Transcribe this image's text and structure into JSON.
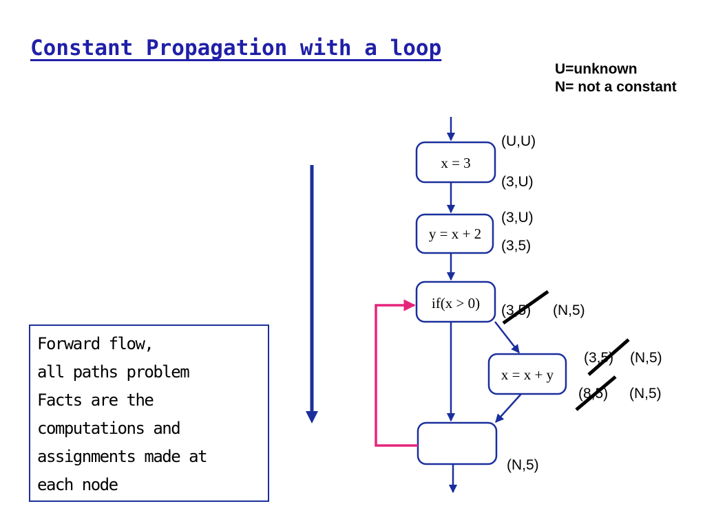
{
  "title": "Constant Propagation with a loop",
  "legend": {
    "line1": "U=unknown",
    "line2": "N= not a constant"
  },
  "note": {
    "lines": [
      "Forward flow,",
      "all paths problem",
      "Facts are the",
      "computations and",
      "assignments made at",
      "each node"
    ]
  },
  "nodes": {
    "n1": "x = 3",
    "n2": "y = x + 2",
    "n3": "if(x > 0)",
    "n4": "x = x + y",
    "n5": ""
  },
  "facts": {
    "n1_in": "(U,U)",
    "n1_out": "(3,U)",
    "n2_in": "(3,U)",
    "n2_out": "(3,5)",
    "n3_old": "(3,5)",
    "n3_new": "(N,5)",
    "n4_in_old": "(3,5)",
    "n4_in_new": "(N,5)",
    "n4_out_old": "(8,5)",
    "n4_out_new": "(N,5)",
    "n5_out": "(N,5)"
  },
  "colors": {
    "title": "#1f1fa8",
    "node_border": "#1a2f9c",
    "flow_arrow": "#1a2f9c",
    "back_edge": "#e6247a",
    "strike": "#000000"
  }
}
